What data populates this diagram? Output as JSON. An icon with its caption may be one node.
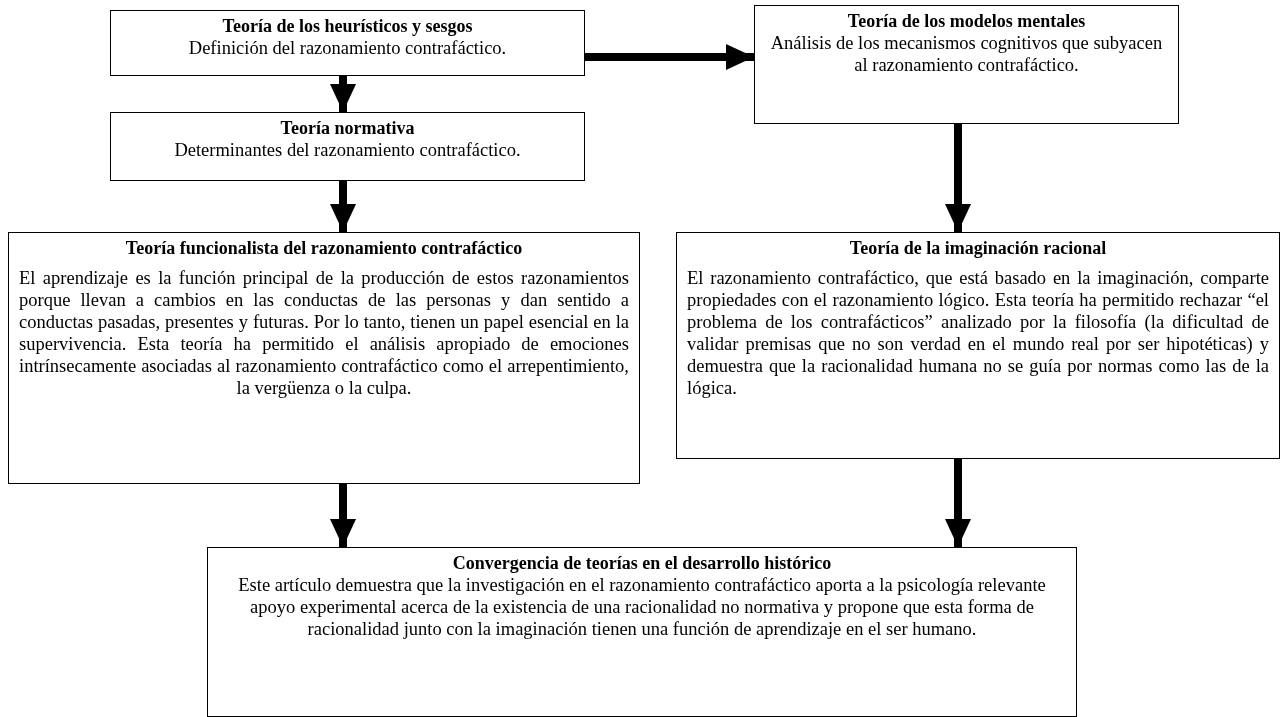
{
  "diagram": {
    "nodes": [
      {
        "text": [
          "Teoría de los heurísticos y sesgos",
          "Definición del razonamiento contrafáctico."
        ]
      },
      {
        "text": [
          "Teoría normativa",
          "Determinantes del razonamiento contrafáctico."
        ]
      },
      {
        "text": [
          "Teoría de los modelos mentales",
          "Análisis de los mecanismos cognitivos que subyacen al razonamiento contrafáctico."
        ]
      },
      {
        "text": [
          "Teoría funcionalista del razonamiento contrafáctico",
          "El aprendizaje es la función principal de la producción de estos razonamientos porque llevan a cambios en las conductas de las personas y dan sentido a conductas pasadas, presentes y futuras. Por lo tanto, tienen un papel esencial en la supervivencia. Esta teoría ha permitido el análisis apropiado de emociones intrínsecamente asociadas al razonamiento contrafáctico como el arrepentimiento, la vergüenza o la culpa."
        ]
      },
      {
        "text": [
          "Teoría de la imaginación racional",
          "El razonamiento contrafáctico, que está basado en la imaginación, comparte propiedades con el razonamiento lógico. Esta teoría ha permitido rechazar “el problema de los contrafácticos” analizado por la filosofía (la dificultad de validar premisas que no son verdad en el mundo real por ser hipotéticas) y demuestra que la racionalidad humana no se guía por normas como las de la lógica."
        ]
      },
      {
        "text": [
          "Convergencia de teorías en el desarrollo histórico",
          "Este artículo demuestra que la investigación en el razonamiento contrafáctico aporta a la psicología relevante apoyo experimental acerca de la existencia de una racionalidad no normativa y propone que esta forma de racionalidad junto con la imaginación tienen una función de aprendizaje en el ser humano."
        ]
      }
    ],
    "edges": [
      {
        "from": 0,
        "to": 1,
        "arrow": "to"
      },
      {
        "from": 0,
        "to": 2,
        "arrow": "to"
      },
      {
        "from": 1,
        "to": 3,
        "arrow": "to"
      },
      {
        "from": 2,
        "to": 4,
        "arrow": "to"
      },
      {
        "from": 3,
        "to": 5,
        "arrow": "to"
      },
      {
        "from": 4,
        "to": 5,
        "arrow": "to"
      }
    ]
  }
}
